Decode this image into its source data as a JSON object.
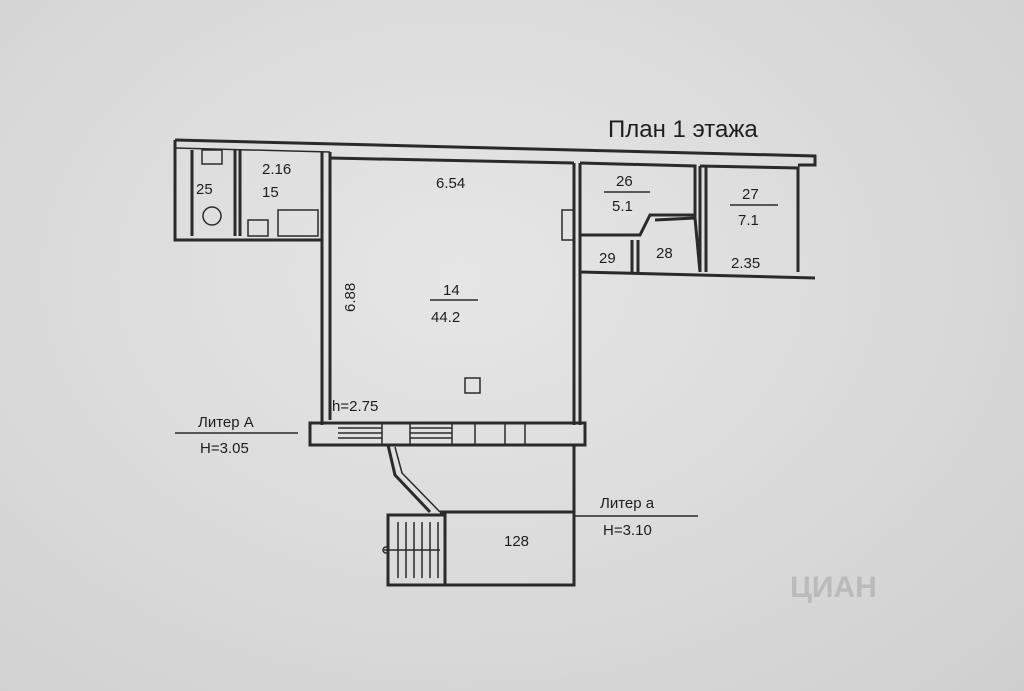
{
  "title": "План 1 этажа",
  "rooms": {
    "r25": "25",
    "r15_area": "2.16",
    "r15": "15",
    "r14_width": "6.54",
    "r14_depth": "6.88",
    "r14": "14",
    "r14_area": "44.2",
    "r14_height": "h=2.75",
    "r26": "26",
    "r26_area": "5.1",
    "r27": "27",
    "r27_area": "7.1",
    "r29": "29",
    "r28": "28",
    "r27_dim": "2.35",
    "r128": "128"
  },
  "liter_A": {
    "name": "Литер А",
    "height": "Н=3.05"
  },
  "liter_a": {
    "name": "Литер а",
    "height": "Н=3.10"
  },
  "watermark": {
    "logo": "ЦИАН"
  }
}
